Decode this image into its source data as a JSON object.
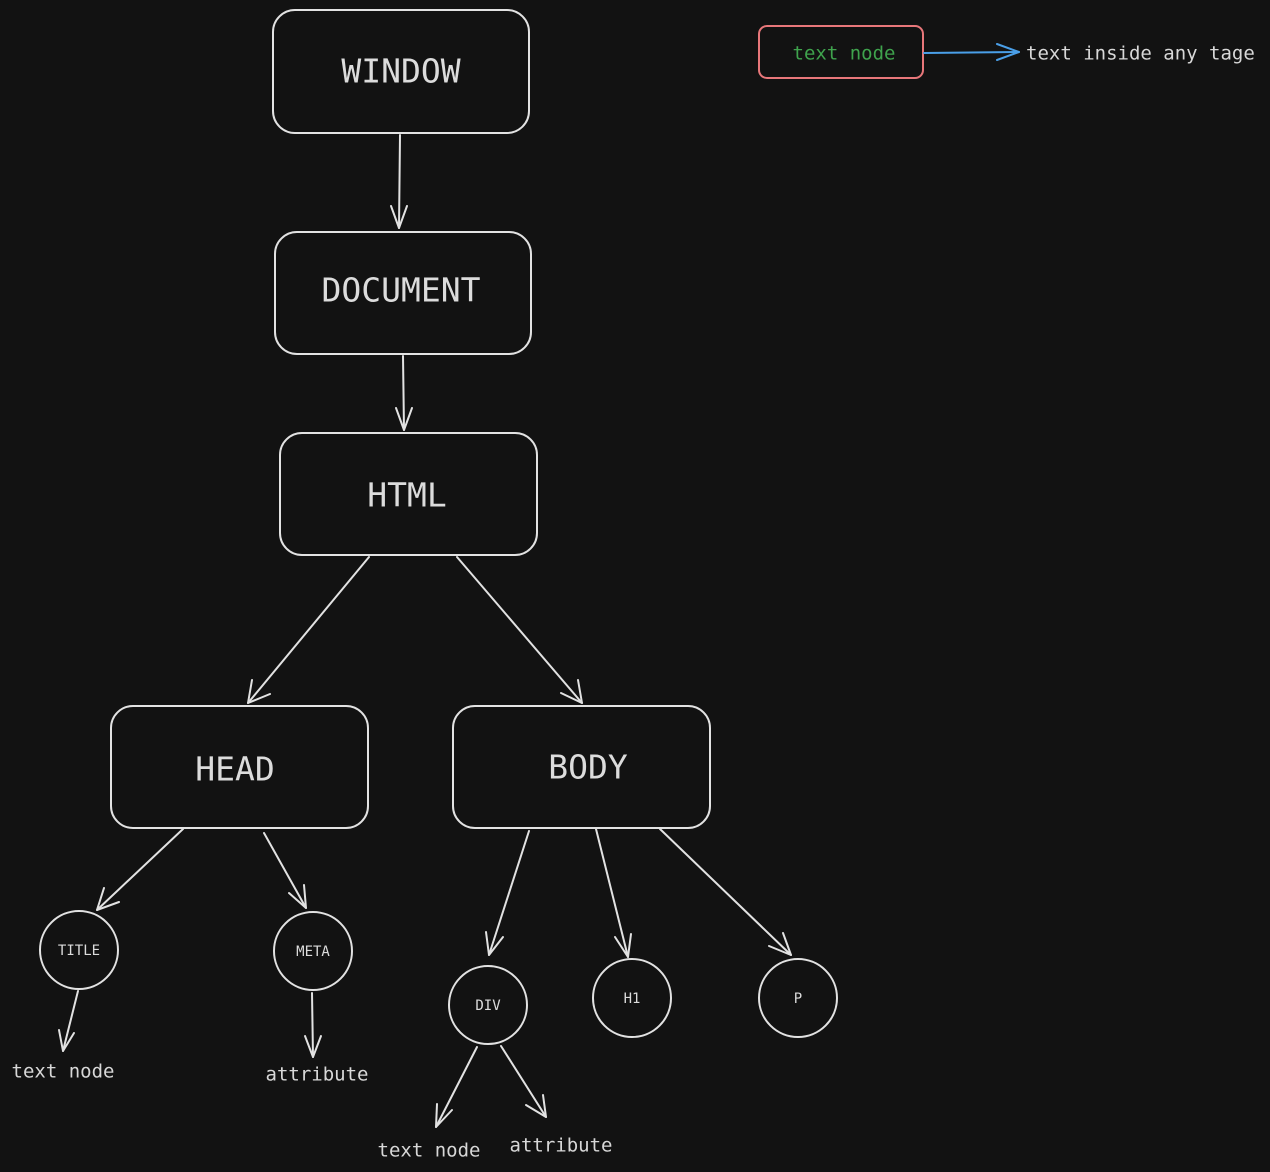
{
  "diagram": {
    "nodes": {
      "window": "WINDOW",
      "document": "DOCUMENT",
      "html": "HTML",
      "head": "HEAD",
      "body": "BODY",
      "title": "TITLE",
      "meta": "META",
      "div": "DIV",
      "h1": "H1",
      "p": "P"
    },
    "leaf_labels": {
      "title_text": "text node",
      "meta_attribute": "attribute",
      "div_text": "text node",
      "div_attribute": "attribute"
    },
    "legend": {
      "node_label": "text node",
      "description": "text inside any tage"
    }
  },
  "colors": {
    "background": "#121212",
    "stroke": "#e2e2e2",
    "text": "#dcdcdc",
    "legend_box_border": "#e8777a",
    "legend_node_text": "#3fa34d",
    "legend_arrow": "#4a9fe8"
  }
}
